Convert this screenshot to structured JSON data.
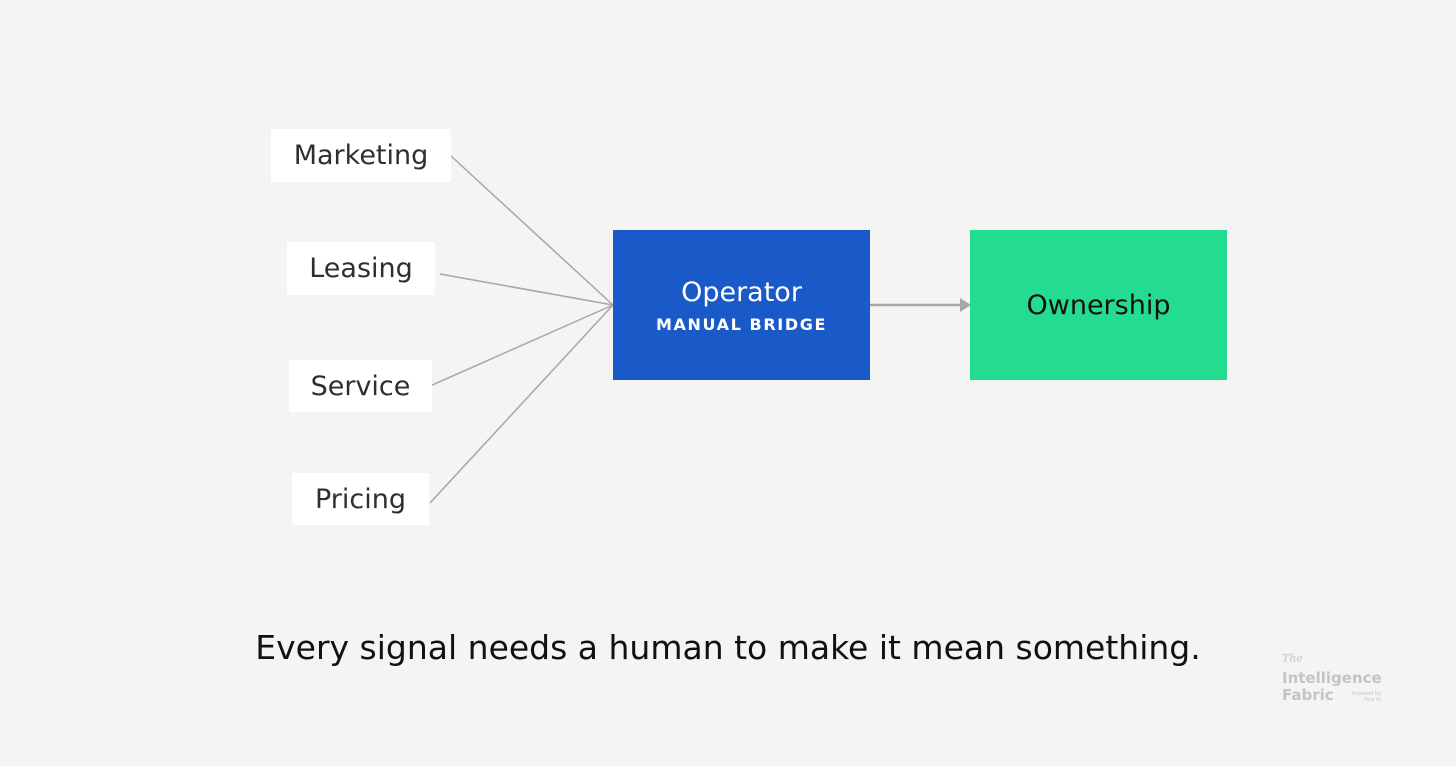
{
  "diagram": {
    "sources": [
      {
        "id": "marketing",
        "label": "Marketing"
      },
      {
        "id": "leasing",
        "label": "Leasing"
      },
      {
        "id": "service",
        "label": "Service"
      },
      {
        "id": "pricing",
        "label": "Pricing"
      }
    ],
    "hub": {
      "title": "Operator",
      "subtitle": "MANUAL BRIDGE",
      "color": "#1a59c8"
    },
    "target": {
      "label": "Ownership",
      "color": "#24dc8f"
    },
    "edges": [
      {
        "from": "marketing",
        "to": "hub"
      },
      {
        "from": "leasing",
        "to": "hub"
      },
      {
        "from": "service",
        "to": "hub"
      },
      {
        "from": "pricing",
        "to": "hub"
      },
      {
        "from": "hub",
        "to": "target",
        "arrow": true
      }
    ],
    "caption": "Every signal needs a human to make it mean something."
  },
  "logo": {
    "prefix": "The",
    "line1": "Intelligence",
    "line2": "Fabric",
    "mark_line1": "Powered by",
    "mark_line2": "Fero AI"
  },
  "colors": {
    "background": "#f4f4f4",
    "connector": "#a6a6a6"
  }
}
